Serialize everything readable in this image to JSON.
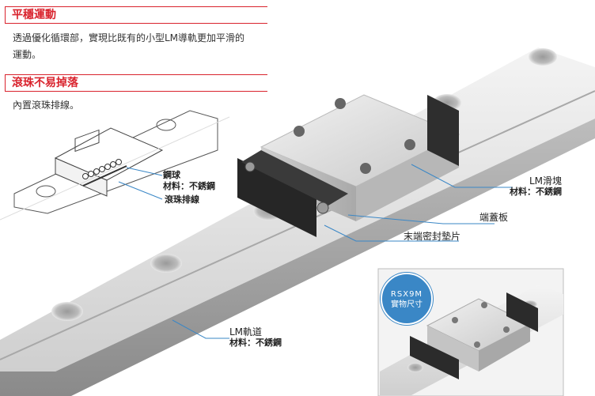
{
  "sections": [
    {
      "heading": "平穩運動",
      "body_line1": "透過優化循環部，實現比既有的小型LM導軌更加平滑的",
      "body_line2": "運動。"
    },
    {
      "heading": "滾珠不易掉落",
      "body_line1": "內置滾珠排線。"
    }
  ],
  "callouts": {
    "ball": {
      "title": "鋼球",
      "material": "材料：不銹鋼"
    },
    "retainer": {
      "title": "滾珠排線"
    },
    "lm_block": {
      "title": "LM滑塊",
      "material": "材料：不銹鋼"
    },
    "end_cap": {
      "title": "端蓋板"
    },
    "end_seal": {
      "title": "末端密封墊片"
    },
    "lm_rail": {
      "title": "LM軌道",
      "material": "材料：不銹鋼"
    }
  },
  "badge": {
    "line1": "RSX9M",
    "line2": "實物尺寸"
  },
  "colors": {
    "accent_red": "#d9232d",
    "badge_blue": "#3a87c6",
    "callout_line": "#3a87c6"
  }
}
